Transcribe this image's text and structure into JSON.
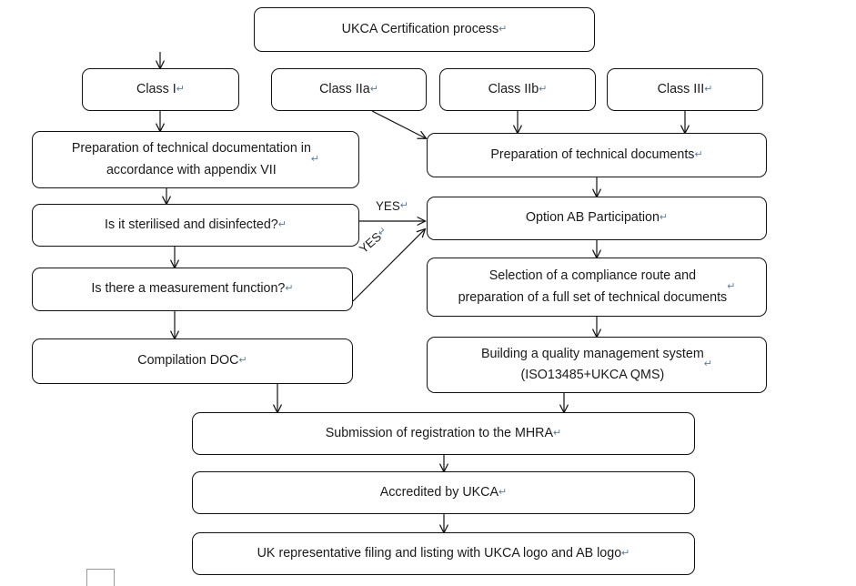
{
  "document": {
    "title": "UKCA Certification process flowchart",
    "return_glyph": "↵",
    "colors": {
      "box_border": "#111111",
      "text": "#1a1a1a",
      "background": "#ffffff",
      "return_mark": "#5a7fa8",
      "margin_guide": "#9a9a9a"
    }
  },
  "nodes": {
    "title_box": "UKCA Certification process",
    "class_i": "Class I",
    "class_iia": "Class IIa",
    "class_iib": "Class IIb",
    "class_iii": "Class III",
    "tech_doc_appendix": "Preparation of technical documentation in\naccordance with appendix VII",
    "tech_documents": "Preparation of technical documents",
    "sterilised_question": "Is it sterilised and disinfected?",
    "option_ab": "Option AB Participation",
    "measurement_question": "Is there a measurement function?",
    "compliance_route": "Selection of a compliance route and\npreparation of a full set of technical documents",
    "compilation_doc": "Compilation DOC",
    "qms": "Building a quality management system\n(ISO13485+UKCA QMS)",
    "mhra": "Submission of registration to the MHRA",
    "accredited": "Accredited by UKCA",
    "uk_rep": "UK representative filing and listing with UKCA logo and AB logo"
  },
  "edge_labels": {
    "yes_sterilised": "YES",
    "yes_measurement": "YES"
  }
}
